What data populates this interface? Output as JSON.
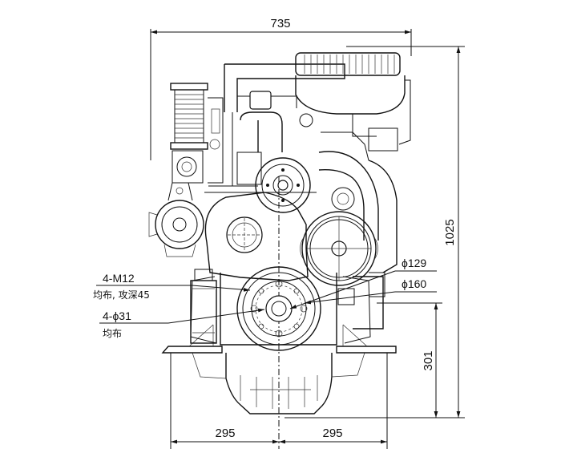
{
  "dimensions": {
    "overall_width": "735",
    "overall_height": "1025",
    "mount_height": "301",
    "left_half": "295",
    "right_half": "295",
    "dia_129": "ϕ129",
    "dia_160": "ϕ160"
  },
  "notes": {
    "bolt_spec": "4-M12",
    "bolt_detail": "均布, 攻深45",
    "hole_spec": "4-ϕ31",
    "hole_detail": "均布"
  }
}
